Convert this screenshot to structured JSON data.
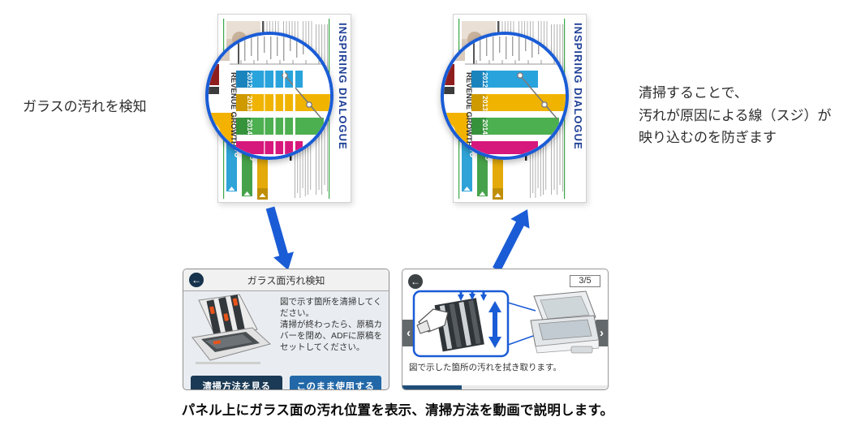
{
  "left_label": {
    "text": "ガラスの汚れを検知"
  },
  "right_label": {
    "line1": "清掃することで、",
    "line2": "汚れが原因による線（スジ）が",
    "line3": "映り込むのを防ぎます"
  },
  "caption": {
    "text": "パネル上にガラス面の汚れ位置を表示、清掃方法を動画で説明します。"
  },
  "document": {
    "title": "INSPIRING DIALOGUE",
    "chart_label": "REVENUE GROWTH",
    "year1": "2012",
    "year2": "2013",
    "year3": "2014",
    "kpi_value": "00"
  },
  "cleaning_panel": {
    "back_icon": "←",
    "title": "ガラス面汚れ検知",
    "instruction1": "図で示す箇所を清掃してください。",
    "instruction2": "清掃が終わったら、原稿カバーを閉め、ADFに原稿をセットしてください。",
    "view_method_button": "清掃方法を見る",
    "use_as_is_button": "このまま使用する"
  },
  "guide_panel": {
    "back_icon": "←",
    "page_indicator": "3/5",
    "prev_icon": "‹",
    "next_icon": "›",
    "caption": "図で示した箇所の汚れを拭き取ります。"
  },
  "colors": {
    "accent_blue": "#1a5cd6",
    "button_navy": "#1b3a55",
    "button_blue": "#2268a8",
    "progress_blue": "#1f4e79",
    "doc_title_blue": "#1e3f96"
  }
}
